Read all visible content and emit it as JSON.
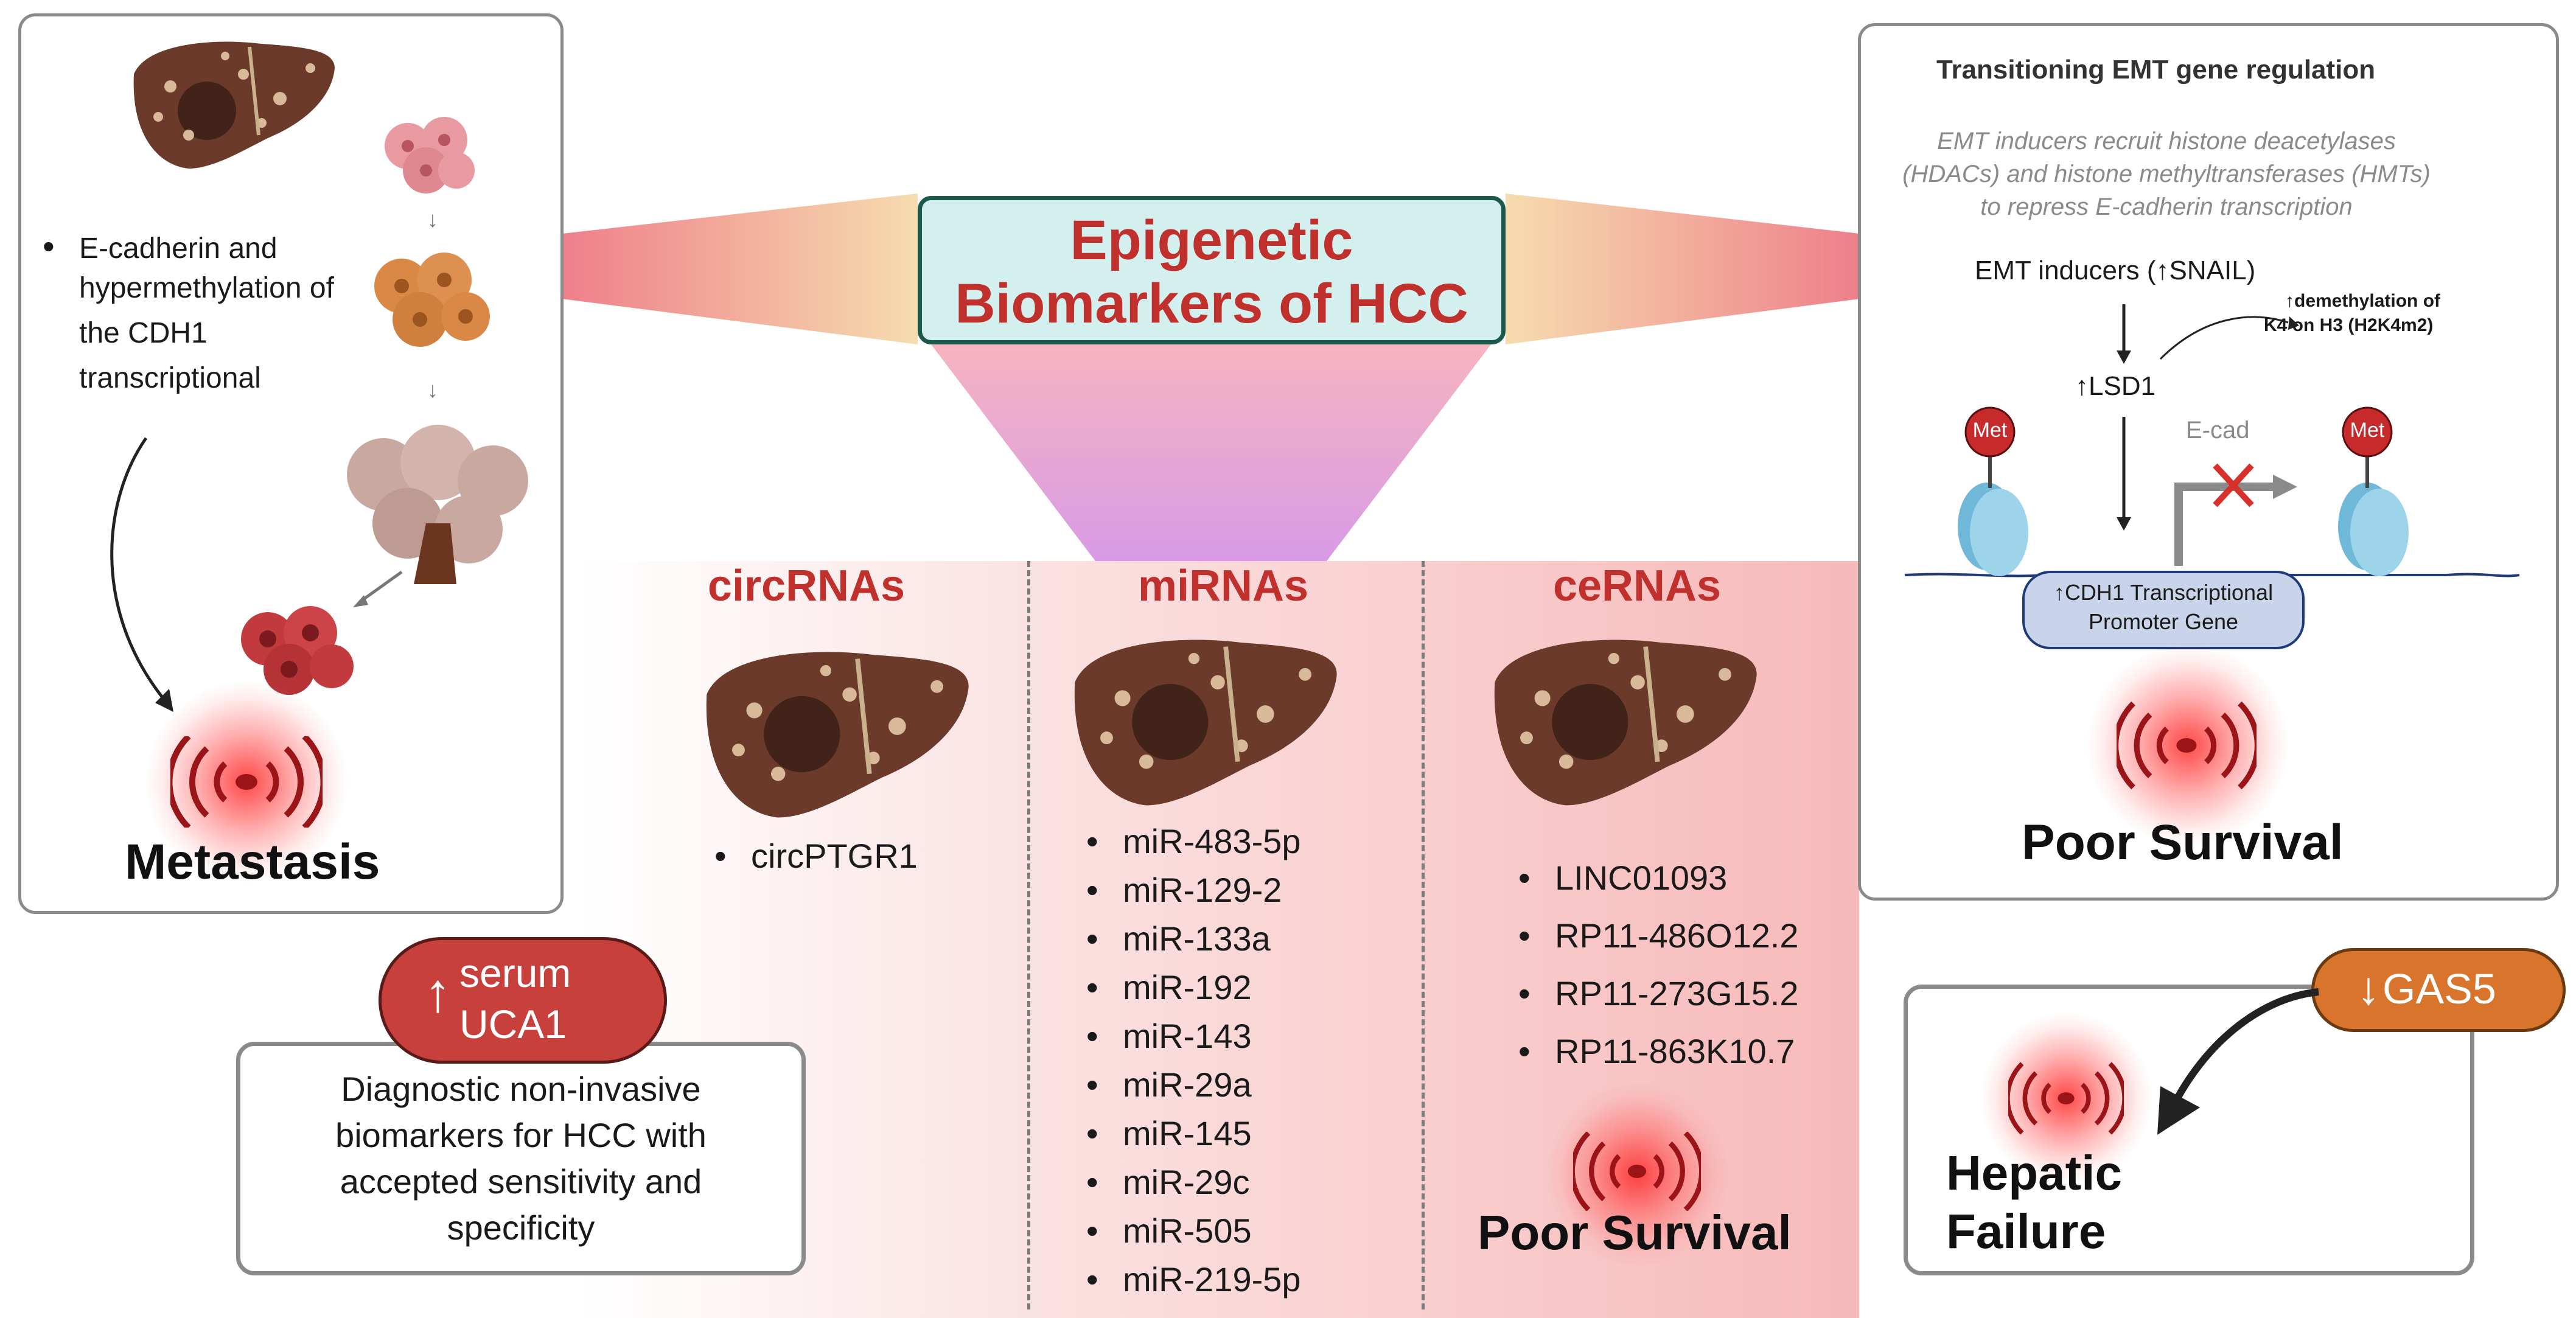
{
  "center": {
    "title_line1": "Epigenetic",
    "title_line2": "Biomarkers of HCC"
  },
  "left_panel": {
    "bullet_line1": "E-cadherin and",
    "bullet_line2": "hypermethylation of",
    "bullet_line3": "the CDH1",
    "bullet_line4": "transcriptional",
    "outcome": "Metastasis"
  },
  "right_panel": {
    "title": "Transitioning EMT gene regulation",
    "note_line1": "EMT inducers recruit histone deacetylases",
    "note_line2": "(HDACs) and histone methyltransferases (HMTs)",
    "note_line3": "to repress E-cadherin transcription",
    "emt_inducers": "EMT inducers (↑SNAIL)",
    "demethylation_line1": "↑demethylation of",
    "demethylation_line2": "K4 on H3 (H2K4m2)",
    "lsd1": "↑LSD1",
    "met_label": "Met",
    "ecad_label": "E-cad",
    "promoter_line1": "↑CDH1 Transcriptional",
    "promoter_line2": "Promoter Gene",
    "outcome": "Poor Survival"
  },
  "columns": {
    "circ": {
      "header": "circRNAs",
      "items": [
        "circPTGR1"
      ]
    },
    "mi": {
      "header": "miRNAs",
      "items": [
        "miR-483-5p",
        "miR-129-2",
        "miR-133a",
        "miR-192",
        "miR-143",
        "miR-29a",
        "miR-145",
        "miR-29c",
        "miR-505",
        "miR-219-5p"
      ]
    },
    "ce": {
      "header": "ceRNAs",
      "items": [
        "LINC01093",
        "RP11-486O12.2",
        "RP11-273G15.2",
        "RP11-863K10.7"
      ],
      "outcome": "Poor Survival"
    }
  },
  "serum_pill": {
    "arrow": "↑",
    "line1": "serum",
    "line2": "UCA1"
  },
  "diagnostic_box": {
    "line1": "Diagnostic non-invasive",
    "line2": "biomarkers for HCC with",
    "line3": "accepted sensitivity and",
    "line4": "specificity"
  },
  "gas5_pill": {
    "arrow": "↓",
    "label": "GAS5"
  },
  "hepatic": {
    "line1": "Hepatic",
    "line2": "Failure"
  },
  "colors": {
    "accent_red": "#c0302c",
    "teal_box": "#d4f0ee",
    "teal_border": "#1b5a4b",
    "pill_red": "#c8403c",
    "pill_orange": "#d8742c",
    "promoter": "#c9d3ea"
  },
  "icons": [
    "liver-icon",
    "cell-cluster-icon",
    "alarm-signal-icon",
    "nucleosome-icon",
    "methyl-marker-icon",
    "blocked-arrow-icon"
  ]
}
